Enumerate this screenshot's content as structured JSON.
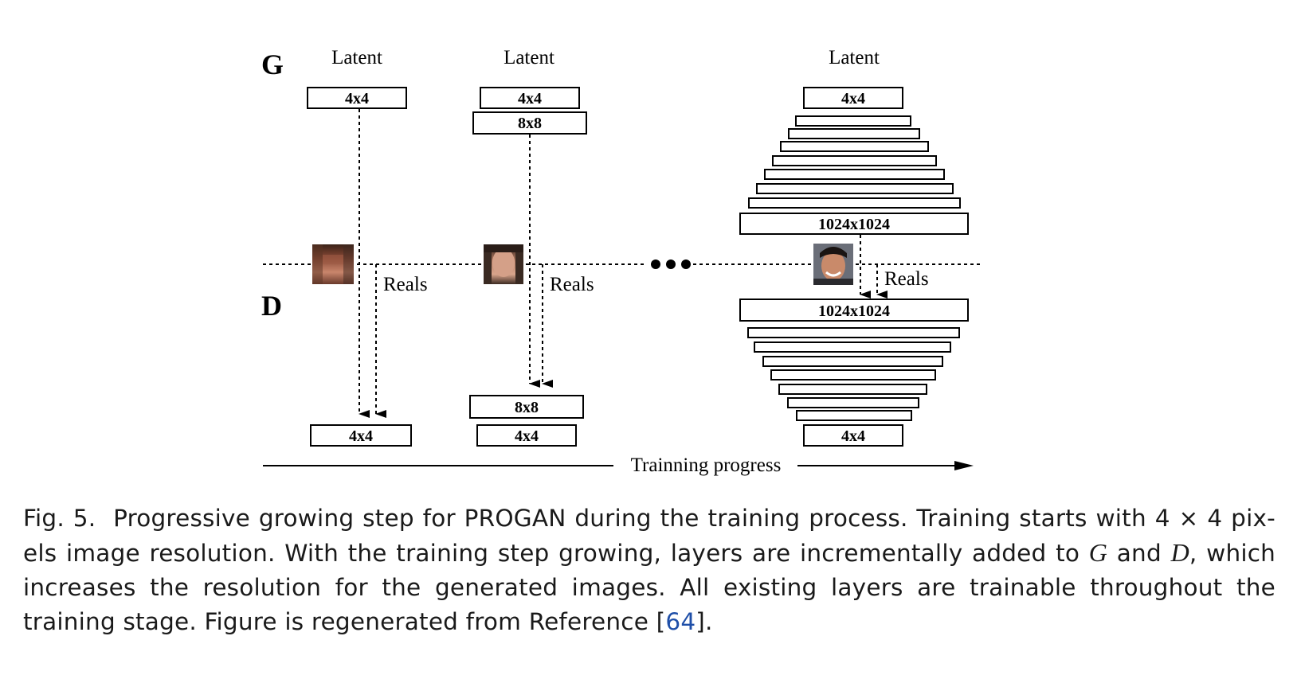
{
  "figure": {
    "g_label": "G",
    "d_label": "D",
    "latent_labels": [
      "Latent",
      "Latent",
      "Latent"
    ],
    "reals_labels": [
      "Reals",
      "Reals",
      "Reals"
    ],
    "stage1": {
      "g_block": "4x4",
      "d_block": "4x4"
    },
    "stage2": {
      "g_blocks": [
        "4x4",
        "8x8"
      ],
      "d_blocks": [
        "8x8",
        "4x4"
      ]
    },
    "stage3": {
      "g_top": "4x4",
      "g_bottom": "1024x1024",
      "d_top": "1024x1024",
      "d_bottom": "4x4"
    },
    "progress_label": "Trainning progress"
  },
  "caption": {
    "label": "Fig. 5.",
    "text_1": "Progressive growing step for PROGAN during the training process. Training starts with 4 × 4 pix-els image resolution. With the training step growing, layers are incrementally added to",
    "g_symbol": "G",
    "and_word": "and",
    "d_symbol": "D",
    "text_2": ", which increases the resolution for the generated images. All existing layers are trainable throughout the training stage. Figure is regenerated from Reference [",
    "ref_number": "64",
    "text_3": "]."
  }
}
